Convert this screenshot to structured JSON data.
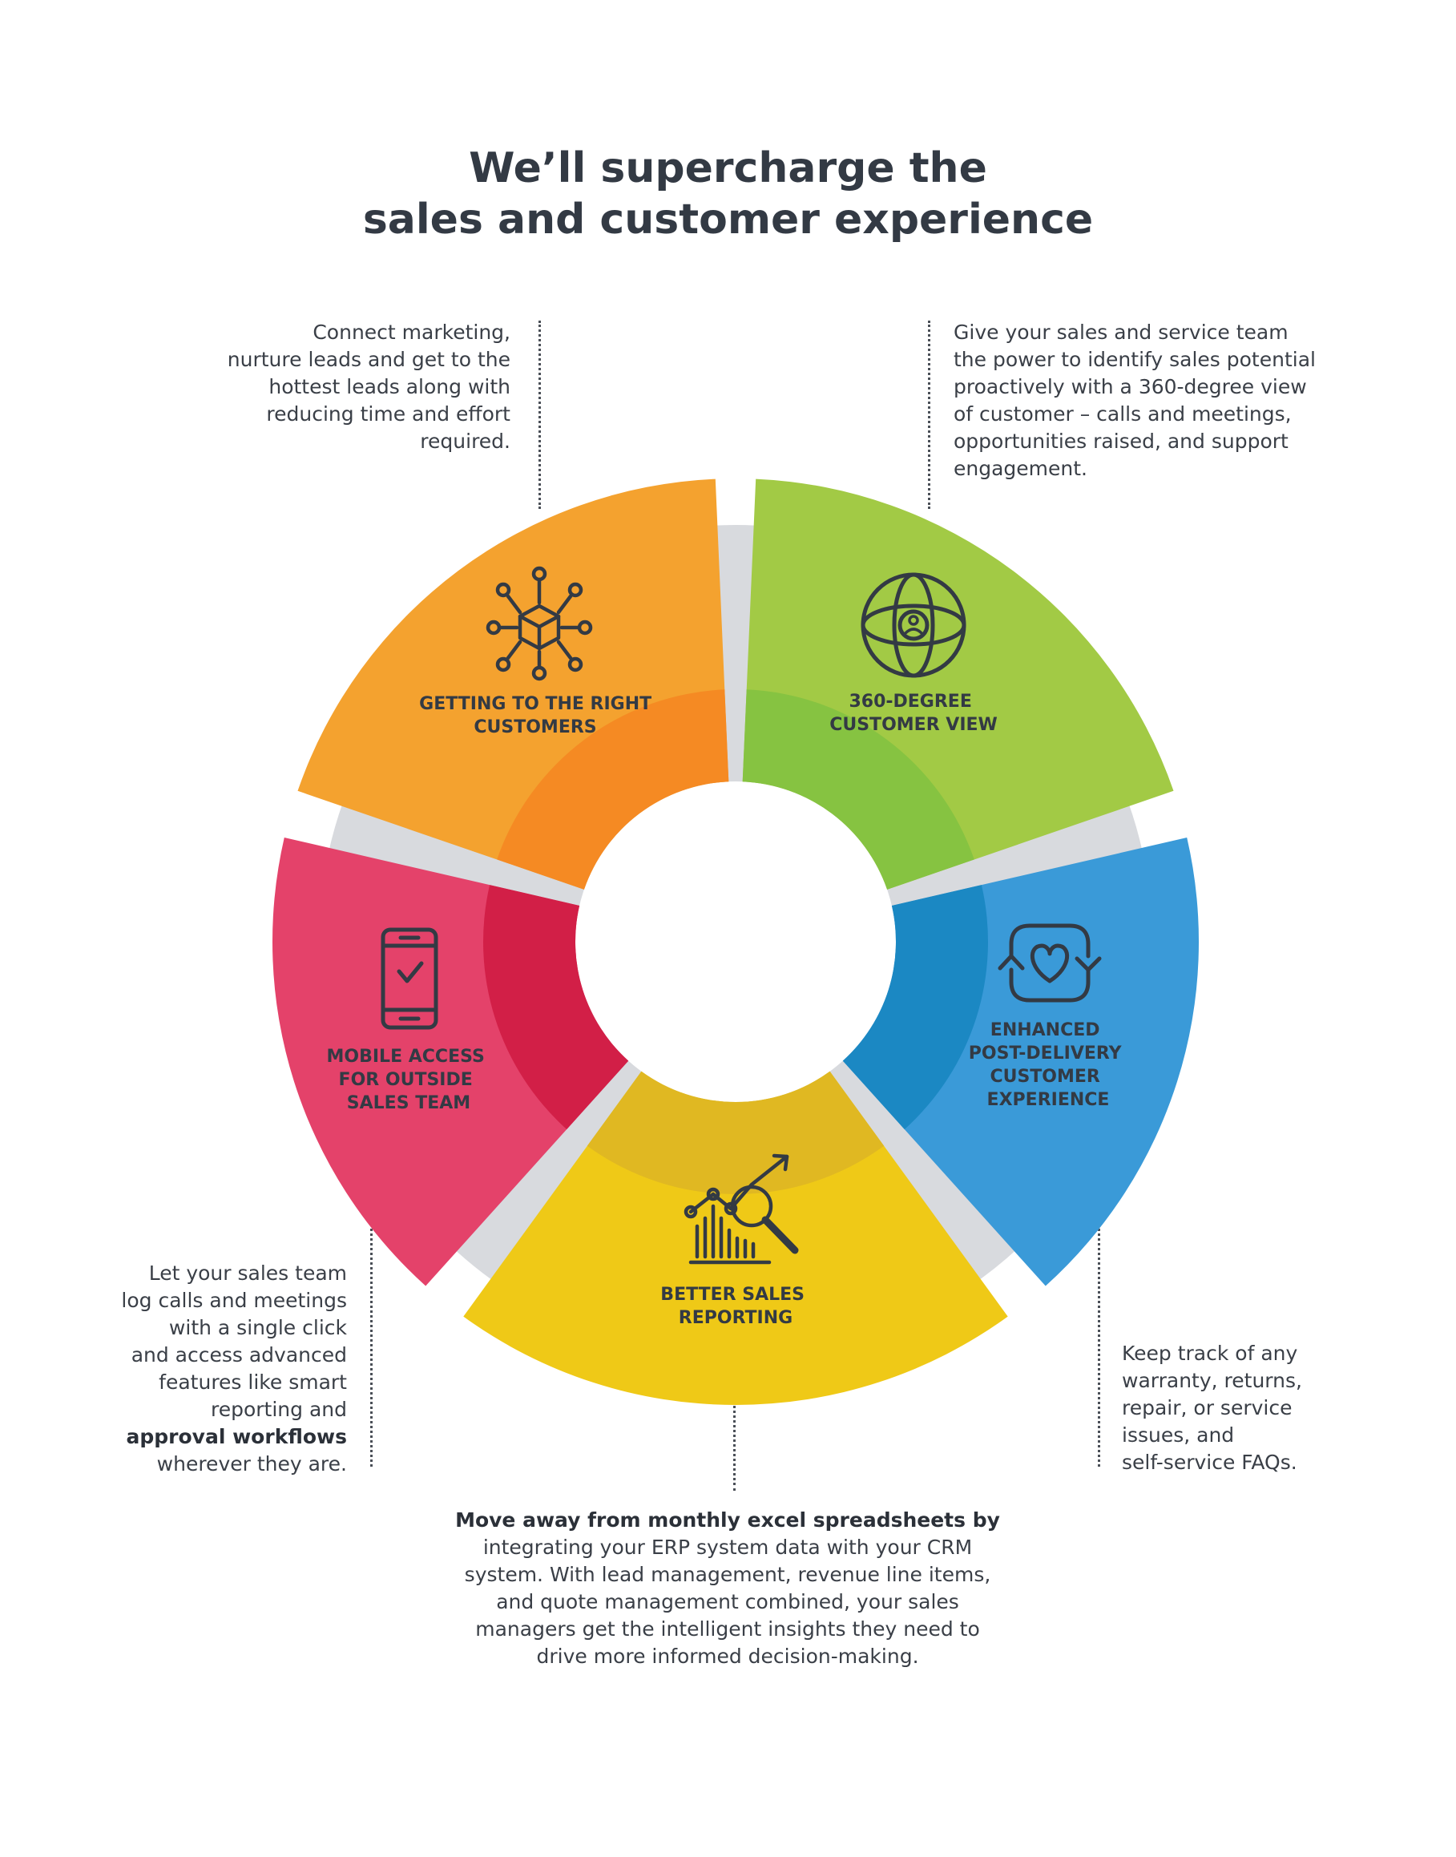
{
  "title": {
    "line1": "We’ll supercharge the",
    "line2": "sales and customer experience"
  },
  "colors": {
    "orange": "#f4a22f",
    "orange_inner": "#f58a23",
    "green": "#a2ca45",
    "green_inner": "#86c341",
    "blue": "#3a9ad8",
    "blue_inner": "#1b88c3",
    "yellow": "#efc917",
    "yellow_inner": "#e0b822",
    "pink": "#e4426a",
    "pink_inner": "#d21f47",
    "gap": "#d8dade",
    "icon": "#333a44"
  },
  "segments": [
    {
      "id": "getting-right-customers",
      "icon": "cube-network-icon",
      "label": [
        "GETTING TO THE RIGHT",
        "CUSTOMERS"
      ]
    },
    {
      "id": "360-customer-view",
      "icon": "globe-user-icon",
      "label": [
        "360-DEGREE",
        "CUSTOMER VIEW"
      ]
    },
    {
      "id": "post-delivery-experience",
      "icon": "heart-refresh-icon",
      "label": [
        "ENHANCED",
        "POST-DELIVERY",
        "CUSTOMER",
        "EXPERIENCE"
      ]
    },
    {
      "id": "better-sales-reporting",
      "icon": "chart-magnifier-icon",
      "label": [
        "BETTER SALES",
        "REPORTING"
      ]
    },
    {
      "id": "mobile-access",
      "icon": "mobile-check-icon",
      "label": [
        "MOBILE ACCESS",
        "FOR OUTSIDE",
        "SALES TEAM"
      ]
    }
  ],
  "descriptions": {
    "top_left": [
      "Connect marketing,",
      "nurture leads and get to the",
      "hottest leads along with",
      "reducing time and effort",
      "required."
    ],
    "top_right": [
      "Give your sales and service team",
      "the power to identify sales potential",
      "proactively with a 360-degree view",
      "of customer – calls and meetings,",
      "opportunities raised, and support",
      "engagement."
    ],
    "bottom_left": {
      "lines_before": [
        "Let your sales team",
        "log calls and meetings",
        "with a single click",
        "and access advanced",
        "features like smart",
        "reporting and"
      ],
      "bold": "approval workflows",
      "lines_after": [
        "wherever they are."
      ]
    },
    "bottom_right": [
      "Keep track of any",
      "warranty, returns,",
      "repair, or service",
      "issues, and",
      "self-service FAQs."
    ],
    "bottom_center": {
      "bold": "Move away from monthly excel spreadsheets by",
      "lines": [
        "integrating your ERP system data with your CRM",
        "system. With lead management, revenue line items,",
        "and quote management combined, your sales",
        "managers get the intelligent insights they need to",
        "drive more informed decision-making."
      ]
    }
  }
}
